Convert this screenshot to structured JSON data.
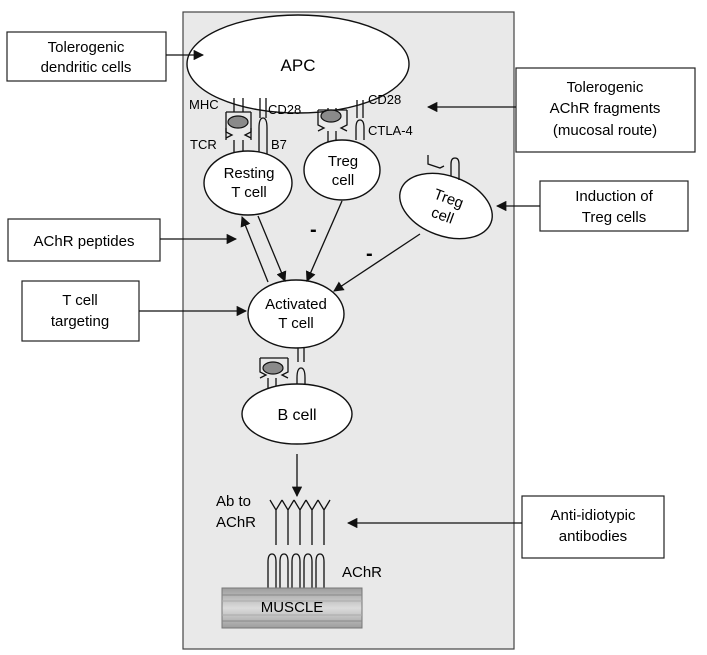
{
  "cells": {
    "apc": "APC",
    "resting_t_cell": [
      "Resting",
      "T cell"
    ],
    "treg_cell_1": [
      "Treg",
      "cell"
    ],
    "treg_cell_2": [
      "Treg",
      "cell"
    ],
    "activated_t_cell": [
      "Activated",
      "T cell"
    ],
    "b_cell": "B cell"
  },
  "molecules": {
    "mhc": "MHC",
    "cd28_left": "CD28",
    "cd28_right": "CD28",
    "tcr": "TCR",
    "b7": "B7",
    "ctla4": "CTLA-4",
    "ab_to_achr": [
      "Ab to",
      "AChR"
    ],
    "achr": "AChR",
    "muscle": "MUSCLE"
  },
  "inhibition_signs": [
    "-",
    "-"
  ],
  "interventions": {
    "tolerogenic_dc": [
      "Tolerogenic",
      "dendritic cells"
    ],
    "achr_fragments": [
      "Tolerogenic",
      "AChR fragments",
      "(mucosal route)"
    ],
    "achr_peptides": "AChR peptides",
    "treg_induction": [
      "Induction of",
      "Treg cells"
    ],
    "t_cell_targeting": [
      "T cell",
      "targeting"
    ],
    "anti_idiotypic": [
      "Anti-idiotypic",
      "antibodies"
    ]
  },
  "colors": {
    "panel": "#e9e9e9",
    "stroke": "#111111",
    "oval_fill": "#8a8a8a",
    "muscle": "#bdbdbd"
  }
}
